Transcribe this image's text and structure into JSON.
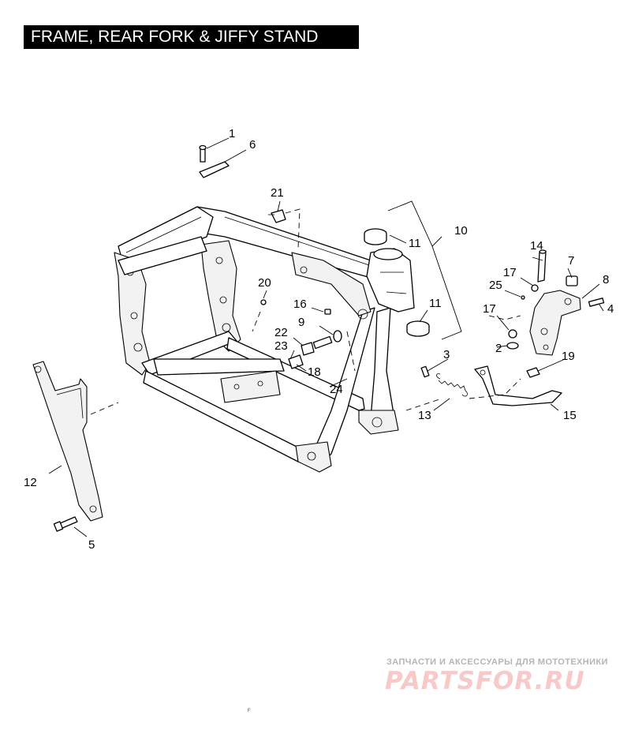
{
  "title": "FRAME, REAR FORK & JIFFY STAND",
  "callouts": [
    "1",
    "2",
    "3",
    "4",
    "5",
    "6",
    "7",
    "8",
    "9",
    "10",
    "11",
    "11",
    "12",
    "13",
    "14",
    "15",
    "16",
    "17",
    "17",
    "18",
    "19",
    "20",
    "21",
    "22",
    "23",
    "24",
    "25"
  ],
  "watermark": {
    "tagline": "ЗАПЧАСТИ И АКСЕССУАРЫ ДЛЯ МОТОТЕХНИКИ",
    "logo": "PARTSFOR.RU"
  },
  "footer_mark": "F"
}
